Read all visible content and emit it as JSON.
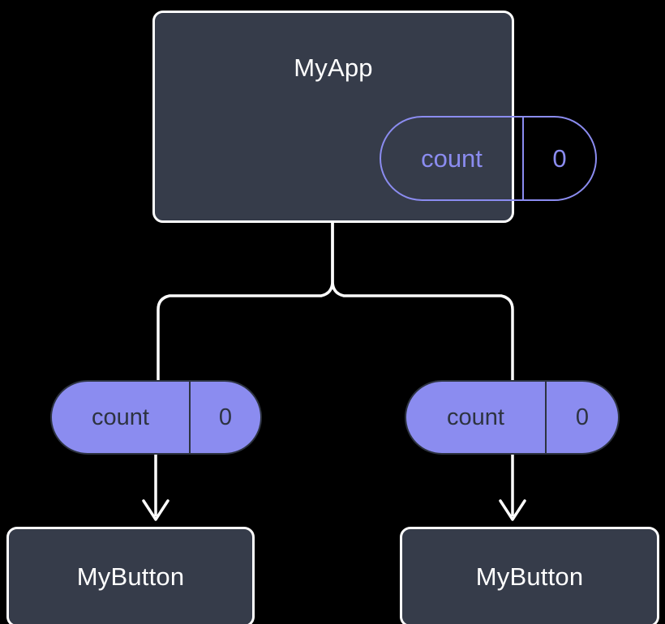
{
  "diagram": {
    "type": "component-tree",
    "background_color": "#000000",
    "root": {
      "name": "MyApp",
      "label": "MyApp",
      "box_color": "#363c4a",
      "border_color": "#ffffff",
      "state": {
        "key": "count",
        "value": "0",
        "style": "outlined",
        "accent_color": "#8b8cf0"
      }
    },
    "props": [
      {
        "id": "prop-left",
        "key": "count",
        "value": "0",
        "style": "filled",
        "fill_color": "#8b8cf0",
        "text_color": "#2d3340"
      },
      {
        "id": "prop-right",
        "key": "count",
        "value": "0",
        "style": "filled",
        "fill_color": "#8b8cf0",
        "text_color": "#2d3340"
      }
    ],
    "children": [
      {
        "id": "mybutton-left",
        "name": "MyButton",
        "label": "MyButton",
        "box_color": "#363c4a",
        "border_color": "#ffffff"
      },
      {
        "id": "mybutton-right",
        "name": "MyButton",
        "label": "MyButton",
        "box_color": "#363c4a",
        "border_color": "#ffffff"
      }
    ],
    "connectors": {
      "tree_color": "#ffffff",
      "arrow_color": "#ffffff"
    }
  }
}
